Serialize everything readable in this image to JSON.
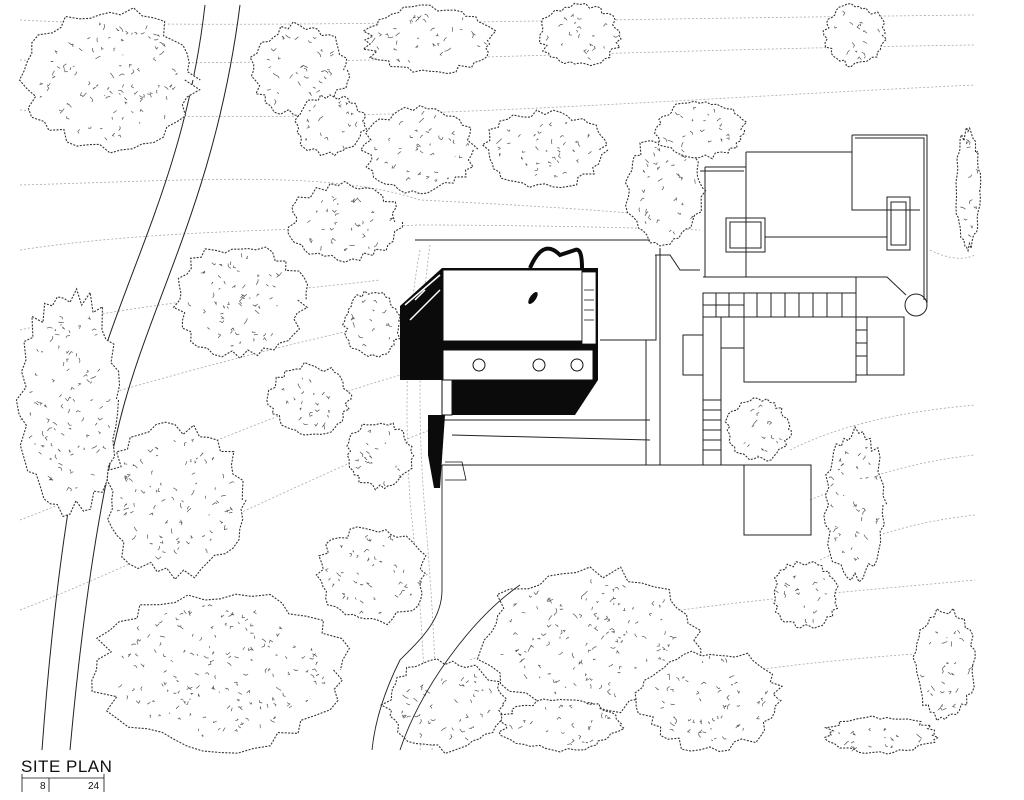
{
  "drawing": {
    "title": "SITE PLAN",
    "scale_bar": {
      "labels": [
        "8",
        "24"
      ]
    },
    "colors": {
      "ink": "#111111",
      "contour": "#9a9a9a",
      "paper": "#ffffff"
    }
  }
}
